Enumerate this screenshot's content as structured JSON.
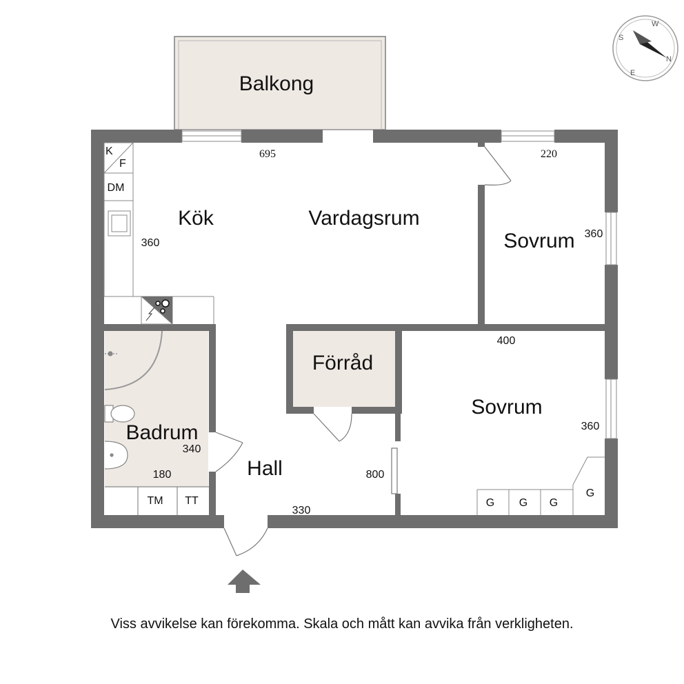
{
  "rooms": {
    "balcony": "Balkong",
    "kitchen": "Kök",
    "living": "Vardagsrum",
    "bedroom1": "Sovrum",
    "bedroom2": "Sovrum",
    "storage": "Förråd",
    "bathroom": "Badrum",
    "hall": "Hall"
  },
  "dimensions": {
    "top_living": "695",
    "top_bedroom": "220",
    "kitchen_height": "360",
    "bedroom1_height": "360",
    "bedroom2_width": "400",
    "bedroom2_height": "360",
    "bath_height": "340",
    "bath_width": "180",
    "hall_width": "330",
    "hall_height": "800"
  },
  "fixtures": {
    "fridge_freezer_k": "K",
    "fridge_freezer_f": "F",
    "dishwasher": "DM",
    "washer": "TM",
    "dryer": "TT",
    "wardrobe_1": "G",
    "wardrobe_2": "G",
    "wardrobe_3": "G",
    "wardrobe_4": "G"
  },
  "compass": {
    "n": "N",
    "s": "S",
    "e": "E",
    "w": "W"
  },
  "disclaimer": "Viss avvikelse kan förekomma. Skala och mått kan avvika från verkligheten.",
  "colors": {
    "wall": "#6e6e6e",
    "room_fill_beige": "#efe9e4",
    "fixture_line": "#888888"
  }
}
